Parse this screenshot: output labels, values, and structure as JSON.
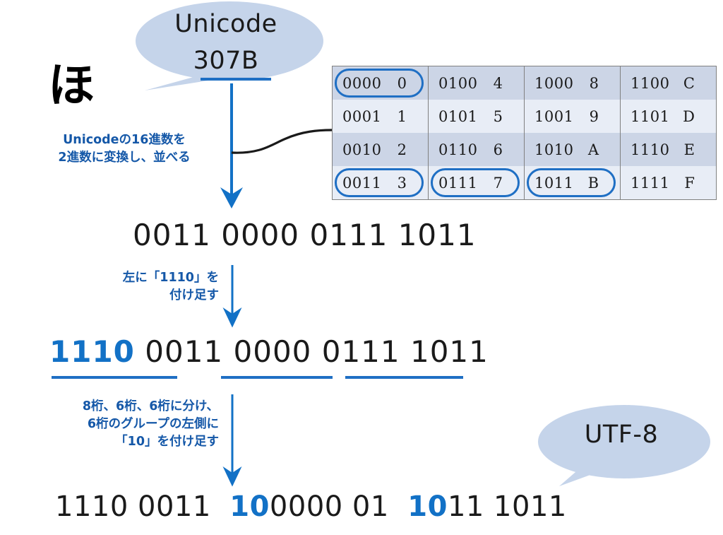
{
  "character": {
    "glyph": "ほ"
  },
  "bubbles": {
    "unicode": {
      "line1": "Unicode",
      "line2": "307B"
    },
    "utf8": {
      "label": "UTF-8"
    }
  },
  "annotations": {
    "step1": "Unicodeの16進数を\n2進数に変換し、並べる",
    "step2": "左に「1110」を\n付け足す",
    "step3": "8桁、6桁、6桁に分け、\n6桁のグループの左側に\n「10」を付け足す"
  },
  "binary_rows": {
    "row1": {
      "text": "0011 0000 0111 1011"
    },
    "row2": {
      "prefix": "1110",
      "rest": " 0011 0000 0111 1011"
    },
    "row3": {
      "seg1": "1110 0011  ",
      "seg2": "10",
      "seg3": "0000 01  ",
      "seg4": "10",
      "seg5": "11 1011"
    }
  },
  "hex_table": {
    "rows": [
      [
        {
          "bin": "0000",
          "hex": "0",
          "circled": true
        },
        {
          "bin": "0100",
          "hex": "4",
          "circled": false
        },
        {
          "bin": "1000",
          "hex": "8",
          "circled": false
        },
        {
          "bin": "1100",
          "hex": "C",
          "circled": false
        }
      ],
      [
        {
          "bin": "0001",
          "hex": "1",
          "circled": false
        },
        {
          "bin": "0101",
          "hex": "5",
          "circled": false
        },
        {
          "bin": "1001",
          "hex": "9",
          "circled": false
        },
        {
          "bin": "1101",
          "hex": "D",
          "circled": false
        }
      ],
      [
        {
          "bin": "0010",
          "hex": "2",
          "circled": false
        },
        {
          "bin": "0110",
          "hex": "6",
          "circled": false
        },
        {
          "bin": "1010",
          "hex": "A",
          "circled": false
        },
        {
          "bin": "1110",
          "hex": "E",
          "circled": false
        }
      ],
      [
        {
          "bin": "0011",
          "hex": "3",
          "circled": true
        },
        {
          "bin": "0111",
          "hex": "7",
          "circled": true
        },
        {
          "bin": "1011",
          "hex": "B",
          "circled": true
        },
        {
          "bin": "1111",
          "hex": "F",
          "circled": false
        }
      ]
    ]
  },
  "colors": {
    "accent_blue": "#1271c6",
    "underline_blue": "#1f6fc4",
    "annotation_blue": "#1558a8",
    "bubble_fill": "#c5d4ea",
    "table_row_dark": "#ccd5e6",
    "table_row_light": "#e8edf6"
  }
}
